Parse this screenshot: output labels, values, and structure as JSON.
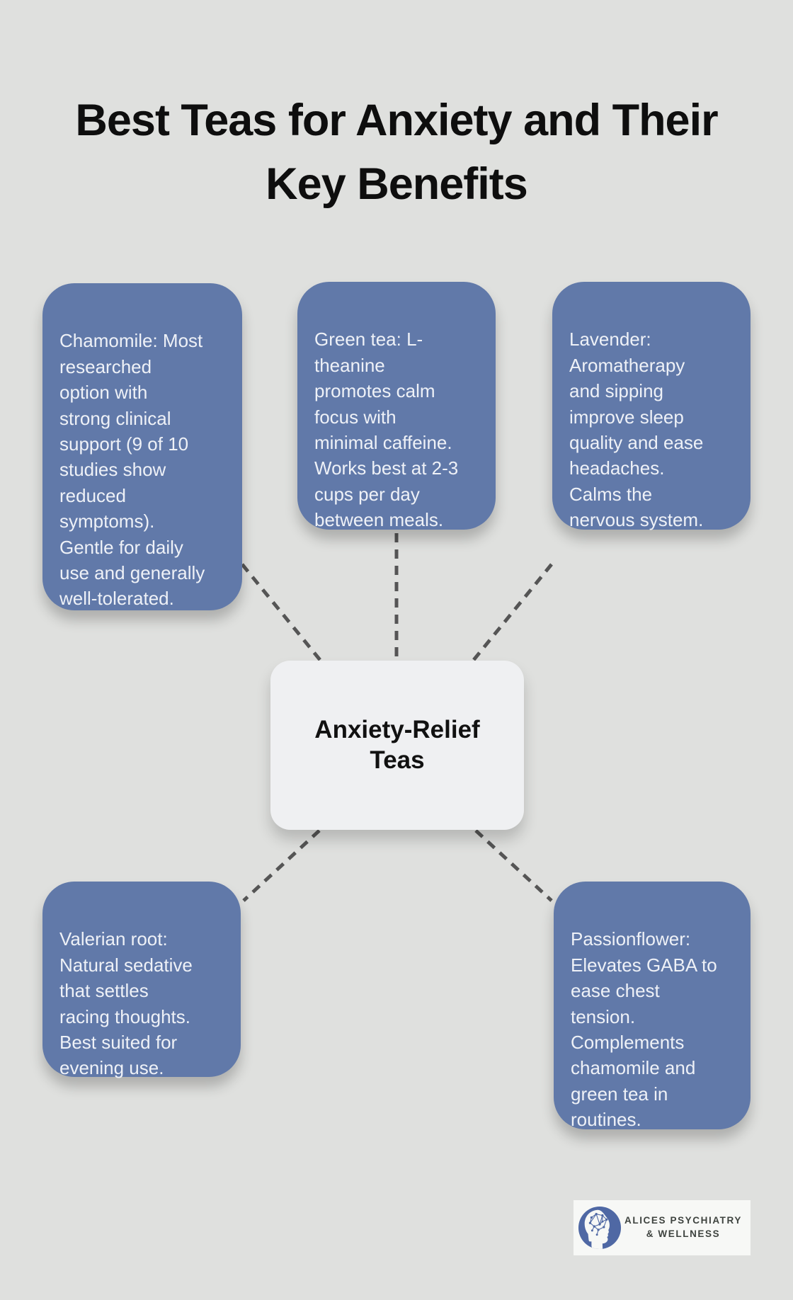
{
  "title": "Best Teas for Anxiety and Their\nKey Benefits",
  "center": {
    "label": "Anxiety-Relief\nTeas"
  },
  "nodes": {
    "chamomile": {
      "text": "Chamomile: Most\nresearched\noption with\nstrong clinical\nsupport (9 of 10\nstudies show\nreduced\nsymptoms).\nGentle for daily\nuse and generally\nwell-tolerated."
    },
    "green_tea": {
      "text": "Green tea: L-\ntheanine\npromotes calm\nfocus with\nminimal caffeine.\nWorks best at 2-3\ncups per day\nbetween meals."
    },
    "lavender": {
      "text": "Lavender:\nAromatherapy\nand sipping\nimprove sleep\nquality and ease\nheadaches.\nCalms the\nnervous system."
    },
    "valerian": {
      "text": "Valerian root:\nNatural sedative\nthat settles\nracing thoughts.\nBest suited for\nevening use."
    },
    "passionflower": {
      "text": "Passionflower:\nElevates GABA to\nease chest\ntension.\nComplements\nchamomile and\ngreen tea in\nroutines."
    }
  },
  "logo": {
    "name": "ALICES PSYCHIATRY\n& WELLNESS"
  },
  "colors": {
    "background": "#dfe0de",
    "title_text": "#0e0e0e",
    "node_fill": "#6179a9",
    "node_text": "#eef1f7",
    "center_fill": "#eff0f2",
    "center_text": "#111111",
    "connector": "#555555",
    "logo_bg": "#f7f8f6",
    "logo_text": "#3e433f",
    "logo_icon_blue": "#4f68a4"
  }
}
